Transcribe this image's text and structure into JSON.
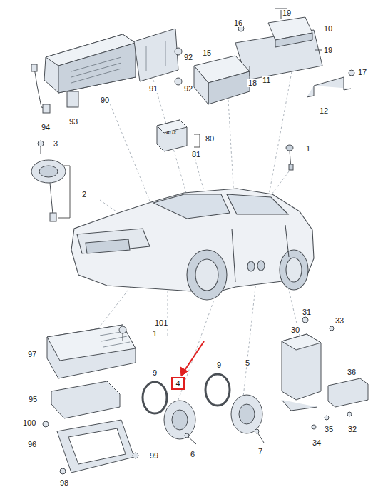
{
  "diagram": {
    "nodes": [
      {
        "text": [
          "4"
        ]
      }
    ],
    "labels": [
      "19",
      "16",
      "10",
      "92",
      "19",
      "15",
      "18",
      "11",
      "17",
      "12",
      "92",
      "90",
      "91",
      "94",
      "93",
      "80",
      "81",
      "AUX",
      "1",
      "3",
      "2",
      "101",
      "1",
      "97",
      "9",
      "9",
      "5",
      "31",
      "33",
      "30",
      "36",
      "95",
      "100",
      "96",
      "99",
      "98",
      "6",
      "7",
      "35",
      "32",
      "34"
    ]
  }
}
